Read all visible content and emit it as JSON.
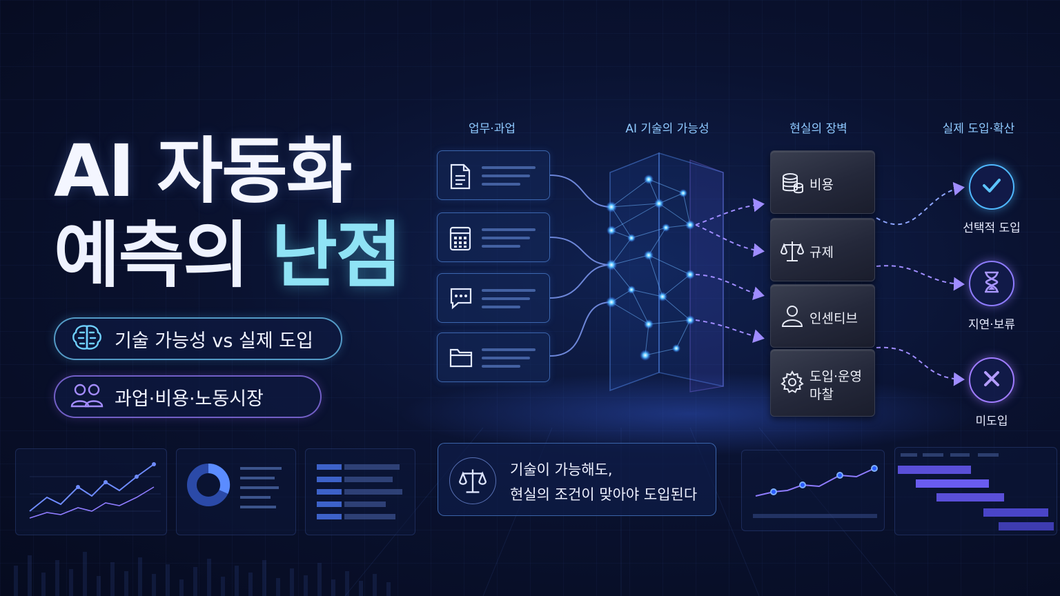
{
  "title": {
    "line1": "AI 자동화",
    "line2_prefix": "예측의 ",
    "line2_accent": "난점"
  },
  "pills": [
    {
      "icon": "brain-icon",
      "label": "기술 가능성 vs 실제 도입"
    },
    {
      "icon": "people-icon",
      "label": "과업·비용·노동시장"
    }
  ],
  "columns": {
    "tasks": "업무·과업",
    "ai": "AI 기술의 가능성",
    "barriers": "현실의 장벽",
    "adoption": "실제 도입·확산"
  },
  "task_cards": [
    {
      "icon": "document-icon"
    },
    {
      "icon": "spreadsheet-icon"
    },
    {
      "icon": "chat-icon"
    },
    {
      "icon": "folder-icon"
    }
  ],
  "barriers": [
    {
      "icon": "coins-icon",
      "label": "비용"
    },
    {
      "icon": "scale-icon",
      "label": "규제"
    },
    {
      "icon": "person-icon",
      "label": "인센티브"
    },
    {
      "icon": "gear-icon",
      "label_line1": "도입·운영",
      "label_line2": "마찰"
    }
  ],
  "outcomes": [
    {
      "icon": "check-icon",
      "label": "선택적 도입",
      "color": "#4fb8ff"
    },
    {
      "icon": "hourglass-icon",
      "label": "지연·보류",
      "color": "#8f7cff"
    },
    {
      "icon": "x-icon",
      "label": "미도입",
      "color": "#a07cff"
    }
  ],
  "quote": {
    "icon": "scale-icon",
    "line1": "기술이 가능해도,",
    "line2": "현실의 조건이 맞아야 도입된다"
  },
  "colors": {
    "accent_cyan": "#8fe3f5",
    "accent_blue": "#4fb8ff",
    "accent_purple": "#8f7cff",
    "node_glow": "#3ea8ff"
  }
}
